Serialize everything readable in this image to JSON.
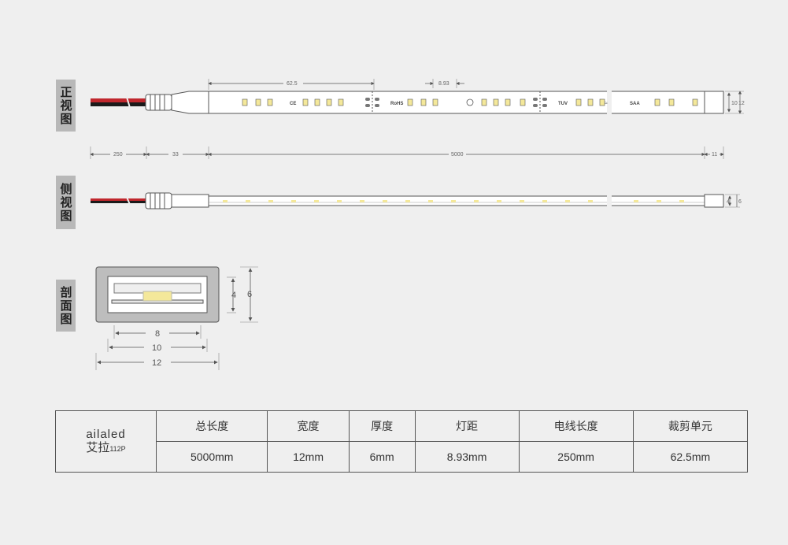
{
  "views": {
    "front": "正视图",
    "side": "侧视图",
    "section": "剖面图"
  },
  "front_dims": {
    "cut_unit": "62.5",
    "pitch": "8.93",
    "wire": "250",
    "connector": "33",
    "length": "5000",
    "end": "11",
    "width_inner": "10",
    "width_outer": "12"
  },
  "side_dims": {
    "inner": "4",
    "outer": "6"
  },
  "section_dims": {
    "h_inner": "4",
    "h_outer": "6",
    "w1": "8",
    "w2": "10",
    "w3": "12"
  },
  "strip_marks": {
    "rohs": "RoHS",
    "tuv": "TUV",
    "saa": "SAA",
    "ce": "CE"
  },
  "table": {
    "brand_en": "ailaled",
    "brand_cn": "艾拉",
    "model": "112P",
    "headers": [
      "总长度",
      "宽度",
      "厚度",
      "灯距",
      "电线长度",
      "裁剪单元"
    ],
    "values": [
      "5000mm",
      "12mm",
      "6mm",
      "8.93mm",
      "250mm",
      "62.5mm"
    ]
  },
  "colors": {
    "label_bg": "#b8b8b8",
    "led": "#f4e89a",
    "wire_red": "#c0272d",
    "wire_black": "#1a1a1a"
  }
}
